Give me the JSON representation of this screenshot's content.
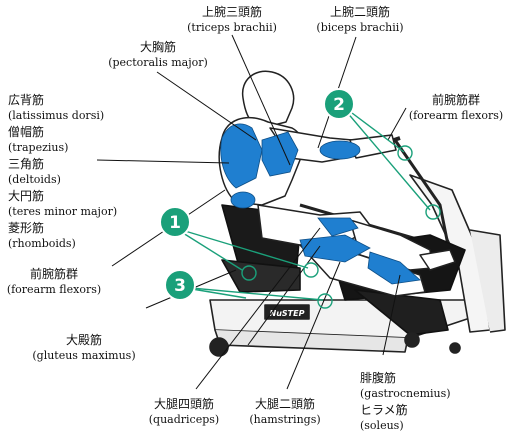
{
  "labels": {
    "triceps": {
      "jp": "上腕三頭筋",
      "en": "(triceps brachii)"
    },
    "biceps": {
      "jp": "上腕二頭筋",
      "en": "(biceps brachii)"
    },
    "pectoralis": {
      "jp": "大胸筋",
      "en": "(pectoralis major)"
    },
    "forearm_right": {
      "jp": "前腕筋群",
      "en": "(forearm flexors)"
    },
    "latissimus": {
      "jp": "広背筋",
      "en": "(latissimus dorsi)"
    },
    "trapezius": {
      "jp": "僧帽筋",
      "en": "(trapezius)"
    },
    "deltoids": {
      "jp": "三角筋",
      "en": "(deltoids)"
    },
    "teres": {
      "jp": "大円筋",
      "en": "(teres minor major)"
    },
    "rhomboids": {
      "jp": "菱形筋",
      "en": "(rhomboids)"
    },
    "forearm_left": {
      "jp": "前腕筋群",
      "en": "(forearm flexors)"
    },
    "gluteus": {
      "jp": "大殿筋",
      "en": "(gluteus maximus)"
    },
    "quadriceps": {
      "jp": "大腿四頭筋",
      "en": "(quadriceps)"
    },
    "hamstrings": {
      "jp": "大腿二頭筋",
      "en": "(hamstrings)"
    },
    "gastrocnemius": {
      "jp": "腓腹筋",
      "en": "(gastrocnemius)"
    },
    "soleus": {
      "jp": "ヒラメ筋",
      "en": "(soleus)"
    }
  },
  "markers": {
    "m1": "1",
    "m2": "2",
    "m3": "3"
  },
  "machine_brand": "NuSTEP",
  "colors": {
    "muscle": "#1f7fd0",
    "marker": "#1aa07a",
    "line": "#111111"
  }
}
